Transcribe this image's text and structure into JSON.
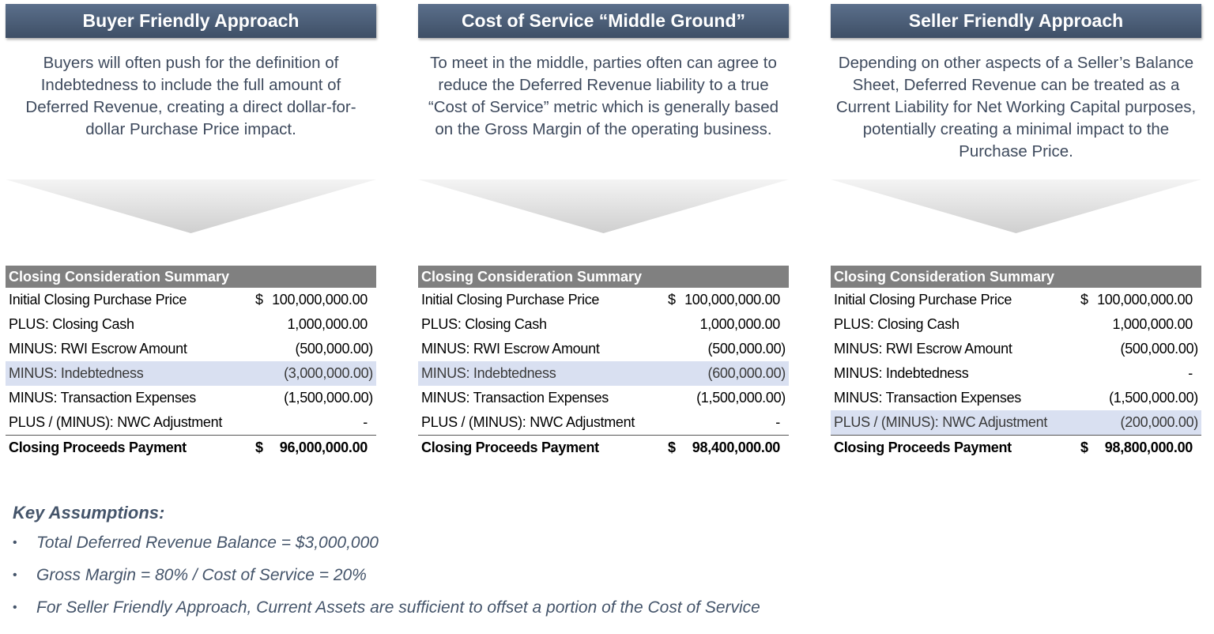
{
  "columns": [
    {
      "title": "Buyer Friendly Approach",
      "description": "Buyers will often push for the definition of Indebtedness to include the full amount of Deferred Revenue, creating a direct dollar-for-dollar Purchase Price impact.",
      "table": {
        "header": "Closing Consideration Summary",
        "rows": [
          {
            "label": "Initial Closing Purchase Price",
            "dollar": "$",
            "value": "100,000,000.00",
            "paren": false,
            "highlight": false
          },
          {
            "label": "PLUS:  Closing Cash",
            "dollar": "",
            "value": "1,000,000.00",
            "paren": false,
            "highlight": false
          },
          {
            "label": "MINUS:  RWI Escrow Amount",
            "dollar": "",
            "value": "(500,000.00)",
            "paren": true,
            "highlight": false
          },
          {
            "label": "MINUS:  Indebtedness",
            "dollar": "",
            "value": "(3,000,000.00)",
            "paren": true,
            "highlight": true
          },
          {
            "label": "MINUS:  Transaction Expenses",
            "dollar": "",
            "value": "(1,500,000.00)",
            "paren": true,
            "highlight": false
          },
          {
            "label": "PLUS / (MINUS):  NWC Adjustment",
            "dollar": "",
            "value": "-",
            "paren": false,
            "highlight": false
          }
        ],
        "total": {
          "label": "Closing Proceeds Payment",
          "dollar": "$",
          "value": "96,000,000.00"
        }
      }
    },
    {
      "title": "Cost of Service “Middle Ground”",
      "description": "To meet in the middle, parties often can agree to reduce the Deferred Revenue liability to a true “Cost of Service” metric which is generally based on the Gross Margin of the operating business.",
      "table": {
        "header": "Closing Consideration Summary",
        "rows": [
          {
            "label": "Initial Closing Purchase Price",
            "dollar": "$",
            "value": "100,000,000.00",
            "paren": false,
            "highlight": false
          },
          {
            "label": "PLUS:  Closing Cash",
            "dollar": "",
            "value": "1,000,000.00",
            "paren": false,
            "highlight": false
          },
          {
            "label": "MINUS:  RWI Escrow Amount",
            "dollar": "",
            "value": "(500,000.00)",
            "paren": true,
            "highlight": false
          },
          {
            "label": "MINUS:  Indebtedness",
            "dollar": "",
            "value": "(600,000.00)",
            "paren": true,
            "highlight": true
          },
          {
            "label": "MINUS:  Transaction Expenses",
            "dollar": "",
            "value": "(1,500,000.00)",
            "paren": true,
            "highlight": false
          },
          {
            "label": "PLUS / (MINUS):  NWC Adjustment",
            "dollar": "",
            "value": "-",
            "paren": false,
            "highlight": false
          }
        ],
        "total": {
          "label": "Closing Proceeds Payment",
          "dollar": "$",
          "value": "98,400,000.00"
        }
      }
    },
    {
      "title": "Seller Friendly Approach",
      "description": "Depending on other aspects of a Seller’s Balance Sheet, Deferred Revenue can be treated as a Current Liability for Net Working Capital purposes, potentially creating a minimal impact to the Purchase Price.",
      "table": {
        "header": "Closing Consideration Summary",
        "rows": [
          {
            "label": "Initial Closing Purchase Price",
            "dollar": "$",
            "value": "100,000,000.00",
            "paren": false,
            "highlight": false
          },
          {
            "label": "PLUS:  Closing Cash",
            "dollar": "",
            "value": "1,000,000.00",
            "paren": false,
            "highlight": false
          },
          {
            "label": "MINUS:  RWI Escrow Amount",
            "dollar": "",
            "value": "(500,000.00)",
            "paren": true,
            "highlight": false
          },
          {
            "label": "MINUS:  Indebtedness",
            "dollar": "",
            "value": "-",
            "paren": false,
            "highlight": false
          },
          {
            "label": "MINUS:  Transaction Expenses",
            "dollar": "",
            "value": "(1,500,000.00)",
            "paren": true,
            "highlight": false
          },
          {
            "label": "PLUS / (MINUS):  NWC Adjustment",
            "dollar": "",
            "value": "(200,000.00)",
            "paren": true,
            "highlight": true
          }
        ],
        "total": {
          "label": "Closing Proceeds Payment",
          "dollar": "$",
          "value": "98,800,000.00"
        }
      }
    }
  ],
  "key_assumptions": {
    "title": "Key Assumptions:",
    "bullet_glyph": "•",
    "items": [
      "Total Deferred Revenue Balance = $3,000,000",
      "Gross Margin = 80% / Cost of Service = 20%",
      "For Seller Friendly Approach, Current Assets are sufficient to offset a portion of the Cost of Service"
    ]
  },
  "colors": {
    "header_top": "#5b6f8b",
    "header_bottom": "#3e4f66",
    "description_text": "#3e4a5d",
    "table_header_bg": "#808080",
    "highlight_row": "#d9e0f1",
    "assumptions_text": "#44546a"
  }
}
